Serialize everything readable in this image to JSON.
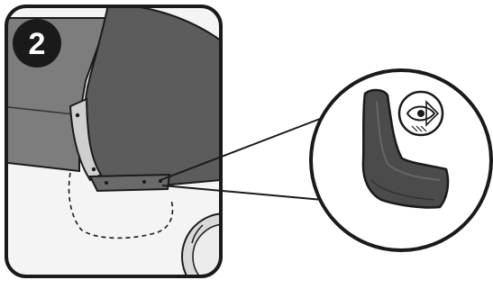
{
  "step": {
    "number": "2"
  },
  "colors": {
    "badge": "#1a1a1a",
    "body_panel": "#7a7a7a",
    "wheel_arch": "#5a5a5a",
    "trim_strip": "#c9c9c9",
    "mud_flap": "#4a4a4a",
    "outline": "#1a1a1a",
    "background": "#ffffff"
  },
  "icons": {
    "badge": "step-number-badge",
    "callout": "magnify-callout",
    "flap": "mud-flap-icon",
    "inspect": "eye-inspection-icon",
    "dashed": "dashed-flap-outline"
  }
}
